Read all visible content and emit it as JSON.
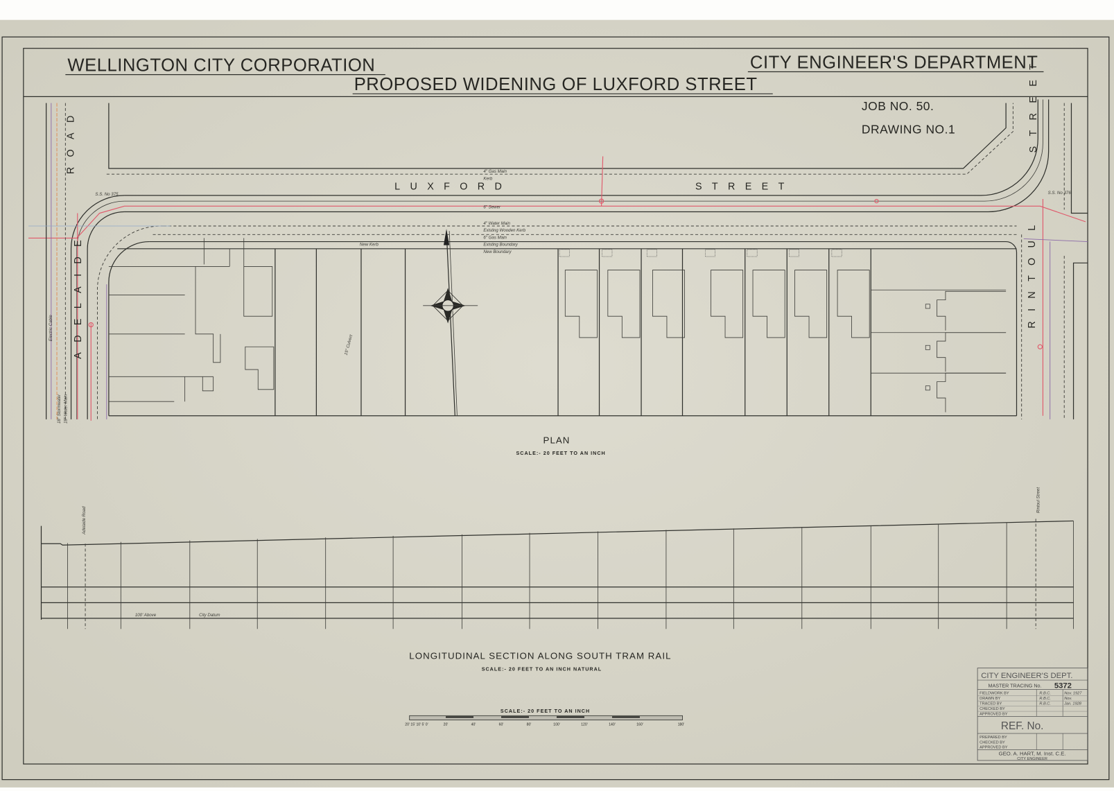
{
  "header": {
    "corporation": "WELLINGTON CITY CORPORATION",
    "department": "CITY ENGINEER'S DEPARTMENT",
    "title": "PROPOSED WIDENING OF LUXFORD STREET",
    "job_no": "JOB NO. 50.",
    "drawing_no": "DRAWING NO.1"
  },
  "plan": {
    "streets": {
      "luxford": "LUXFORD",
      "luxford_street": "STREET",
      "adelaide": "ADELAIDE",
      "adelaide_road": "ROAD",
      "rintoul": "RINTOUL",
      "rintoul_street": "STREET"
    },
    "notes": {
      "gas_main_4": "4\" Gas Main",
      "kerb": "Kerb",
      "sewer_6": "6\" Sewer",
      "water_main_4": "4\" Water Main",
      "existing_wooden_kerb": "Existing Wooden Kerb",
      "gas_main_6": "6\" Gas Main",
      "existing_boundary": "Existing Boundary",
      "new_kerb": "New Kerb",
      "new_boundary": "New Boundary",
      "ss_375": "S.S. No 375",
      "ss_376": "S.S. No 376",
      "electric_cable": "Electric Cable",
      "culvert": "15\" Culvert",
      "stormwater": "18\" Stormwater",
      "water_main_18": "18\" Water Main"
    },
    "caption": "PLAN",
    "scale": "SCALE:- 20 FEET TO AN INCH"
  },
  "section": {
    "left_road": "Adelaide Road",
    "right_road": "Rintoul Street",
    "datum_a": "100' Above",
    "datum_b": "City Datum",
    "caption": "LONGITUDINAL SECTION ALONG SOUTH TRAM RAIL",
    "scale": "SCALE:- 20 FEET TO AN INCH NATURAL"
  },
  "scale_bar": {
    "title": "SCALE:- 20 FEET TO AN INCH",
    "labels": [
      "20' 15' 10' 5' 0'",
      "20'",
      "40'",
      "60'",
      "80'",
      "100'",
      "120'",
      "140'",
      "160'",
      "180'"
    ]
  },
  "title_block": {
    "dept": "CITY ENGINEER'S DEPT.",
    "master_tracing_label": "MASTER TRACING No.",
    "master_tracing_no": "5372",
    "rows": [
      {
        "label": "FIELDWORK BY",
        "by": "R.B.C.",
        "date": "Nov. 1927"
      },
      {
        "label": "DRAWN BY",
        "by": "R.B.C.",
        "date": "Nov."
      },
      {
        "label": "TRACED BY",
        "by": "R.B.C.",
        "date": "Jan. 1928"
      },
      {
        "label": "CHECKED BY",
        "by": "",
        "date": ""
      },
      {
        "label": "APPROVED BY",
        "by": "",
        "date": ""
      }
    ],
    "ref_no": "REF. No.",
    "lower_rows": [
      "PREPARED BY",
      "CHECKED BY",
      "APPROVED BY"
    ],
    "engineer": "GEO. A. HART, M. Inst. C.E.",
    "engineer_title": "CITY ENGINEER"
  },
  "colors": {
    "paper": "#d9d7ca",
    "ink": "#2f302c",
    "sewer_red": "#e0586a",
    "gas_purple": "#8c6aa8"
  }
}
